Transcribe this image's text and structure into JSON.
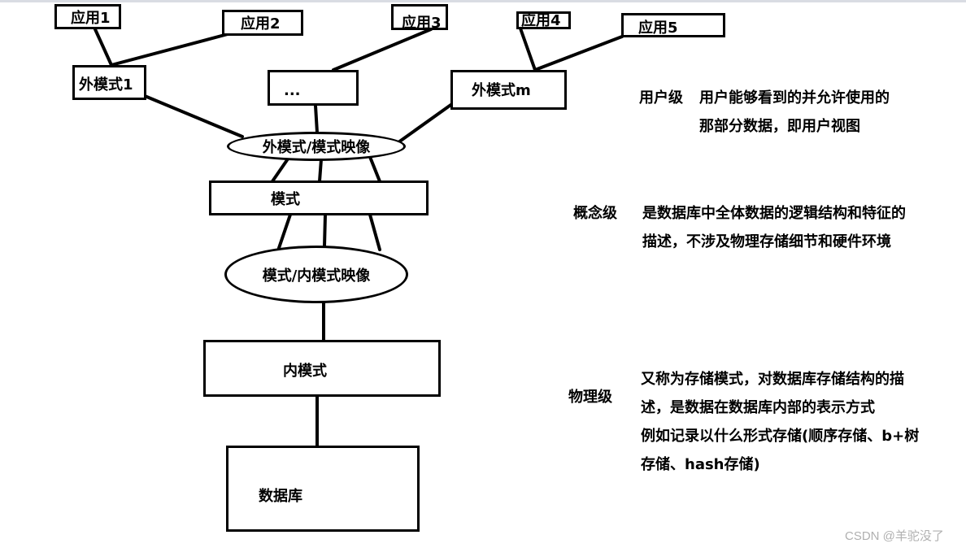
{
  "apps": [
    "应用1",
    "应用2",
    "应用3",
    "应用4",
    "应用5"
  ],
  "external_schemas": [
    "外模式1",
    "...",
    "外模式m"
  ],
  "ext_mapping": "外模式/模式映像",
  "schema": "模式",
  "int_mapping": "模式/内模式映像",
  "internal_schema": "内模式",
  "database": "数据库",
  "levels": {
    "user": {
      "title": "用户级",
      "desc": [
        "用户能够看到的并允许使用的",
        "那部分数据，即用户视图"
      ]
    },
    "concept": {
      "title": "概念级",
      "desc": [
        "是数据库中全体数据的逻辑结构和特征的",
        "描述，不涉及物理存储细节和硬件环境"
      ]
    },
    "physical": {
      "title": "物理级",
      "desc": [
        "又称为存储模式，对数据库存储结构的描",
        "述，是数据在数据库内部的表示方式",
        "例如记录以什么形式存储(顺序存储、b+树",
        "存储、hash存储)"
      ]
    }
  },
  "watermark": "CSDN @羊驼没了"
}
